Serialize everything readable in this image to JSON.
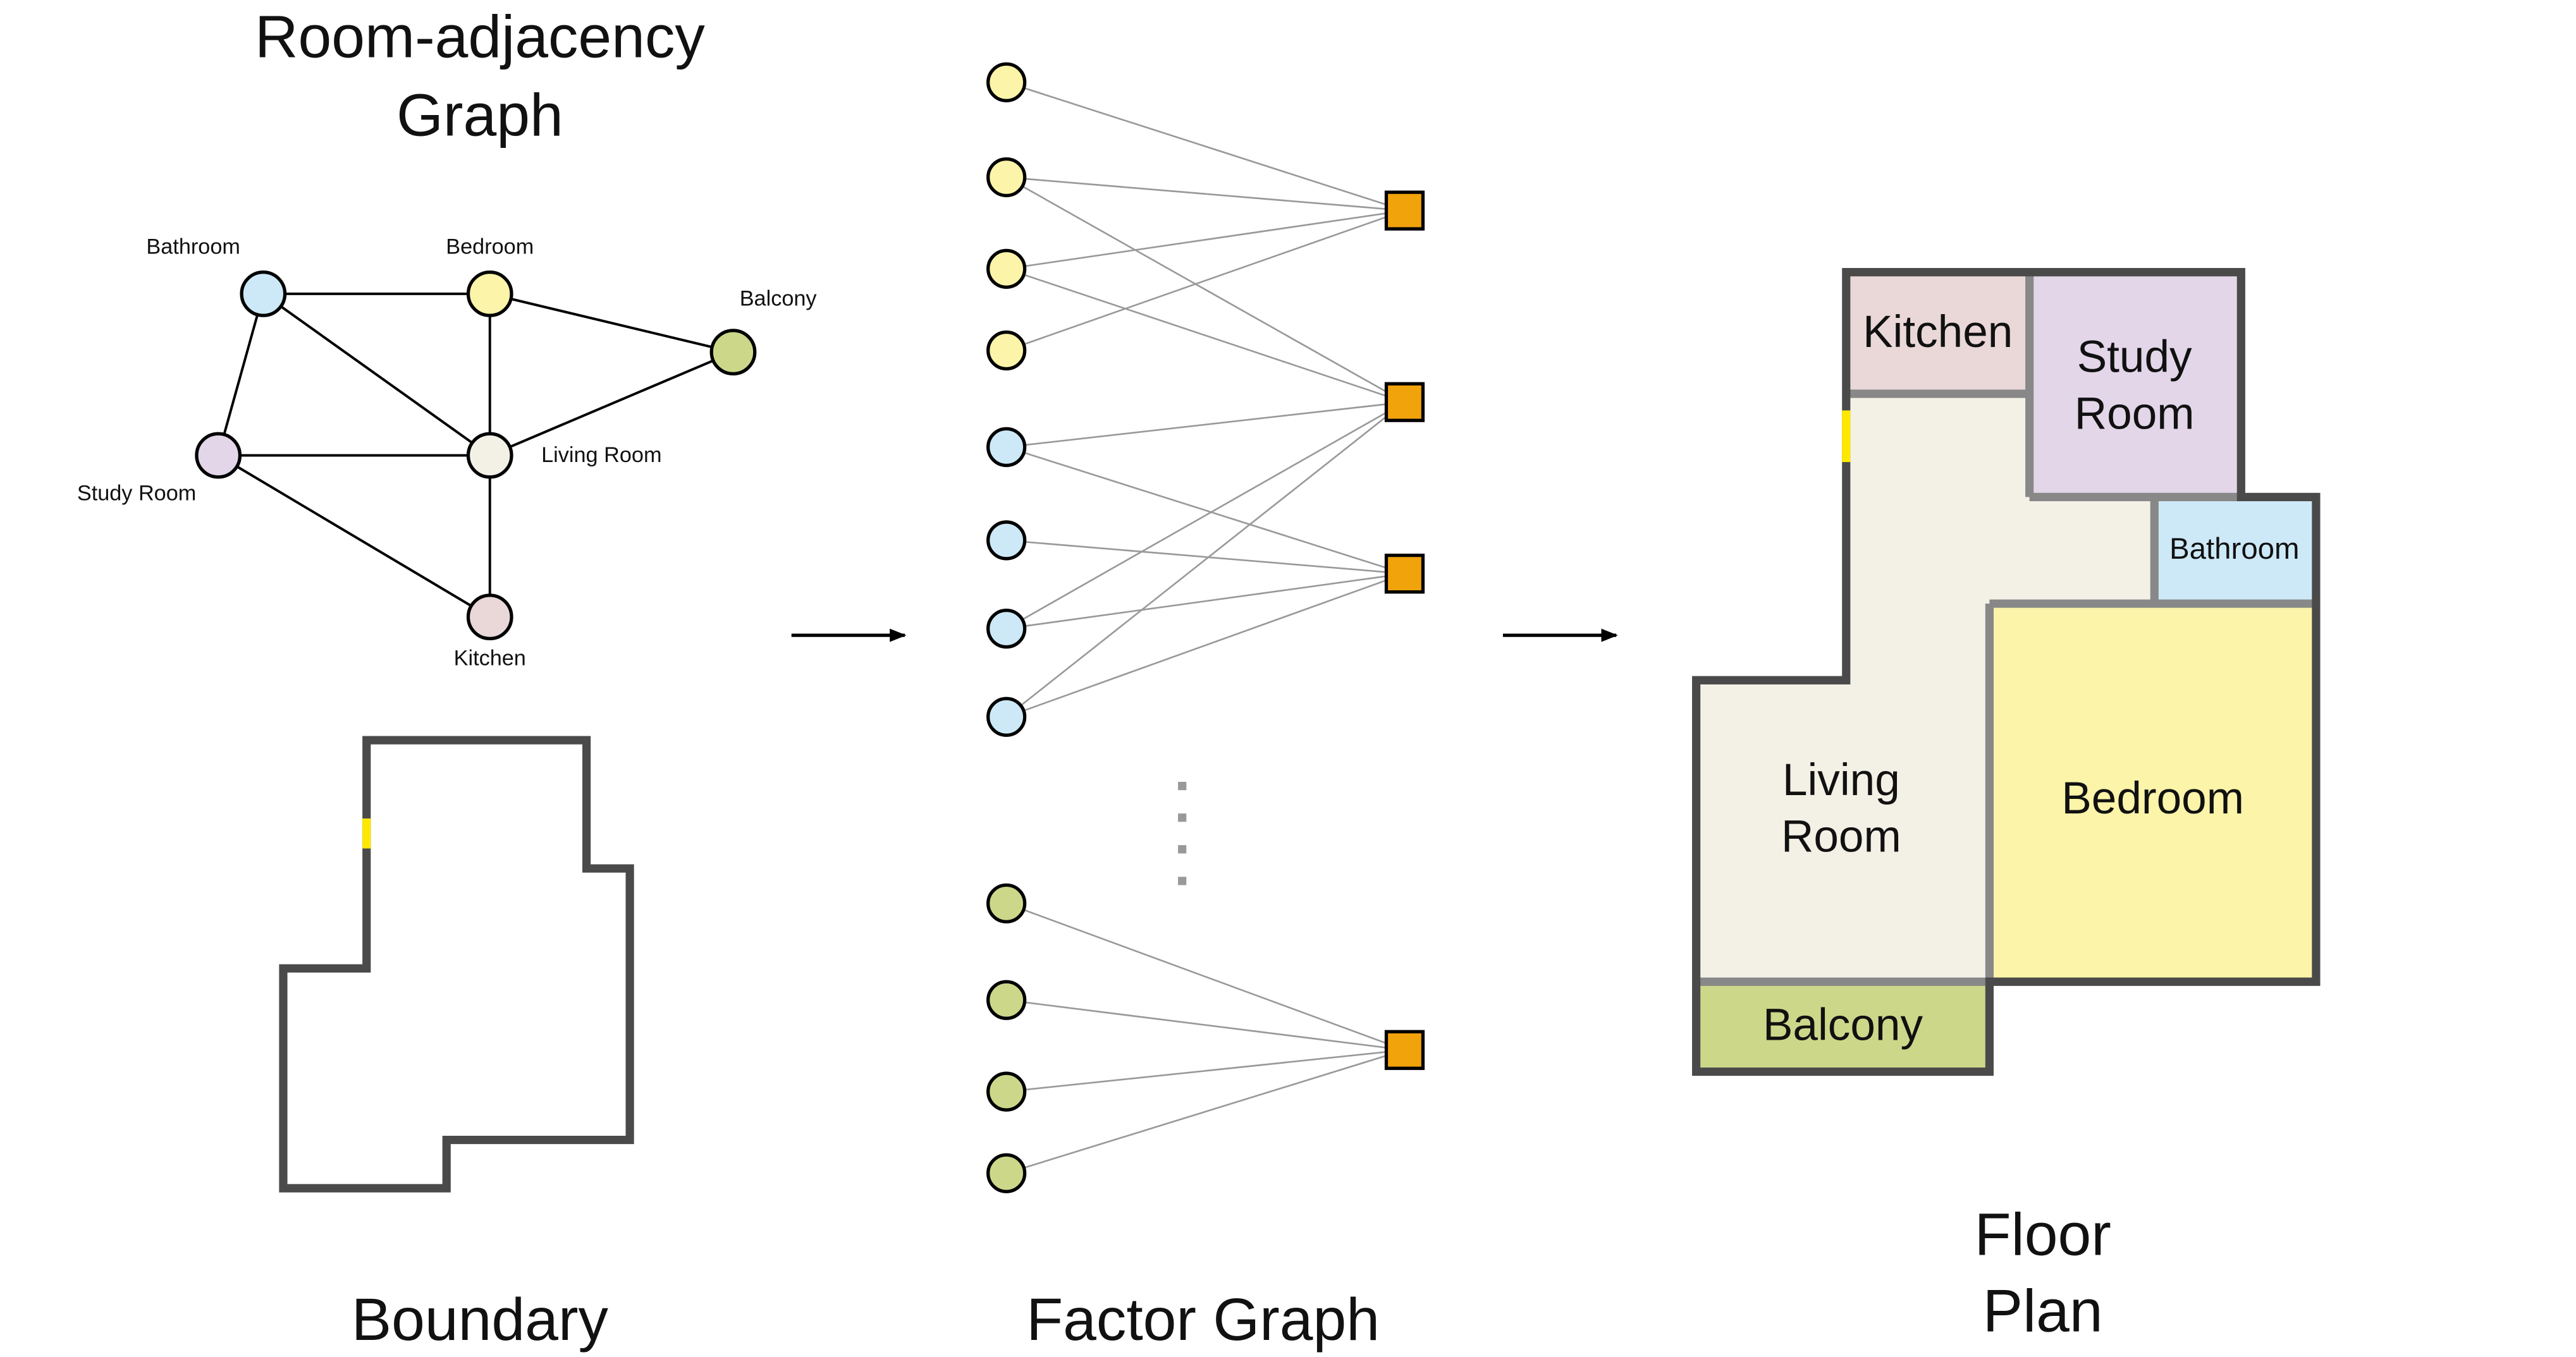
{
  "colors": {
    "bathroom": "#cde9f8",
    "bedroom": "#fbf4a9",
    "balcony": "#cdd78a",
    "study_room": "#e2d6e8",
    "living_room": "#f3f1e6",
    "kitchen": "#ead8d8",
    "factor": "#f0a30a",
    "wall": "#4a4a4a",
    "inner_wall": "#888888",
    "door": "#ffe800",
    "edge": "#000000",
    "factor_edge": "#999999"
  },
  "titles": {
    "graph": [
      "Room-adjacency",
      "Graph"
    ],
    "boundary": "Boundary",
    "factor_graph": "Factor Graph",
    "floor_plan": [
      "Floor",
      "Plan"
    ]
  },
  "adjacency_graph": {
    "nodes": [
      {
        "id": "bathroom",
        "label": "Bathroom",
        "color": "bathroom"
      },
      {
        "id": "bedroom",
        "label": "Bedroom",
        "color": "bedroom"
      },
      {
        "id": "balcony",
        "label": "Balcony",
        "color": "balcony"
      },
      {
        "id": "study",
        "label": "Study Room",
        "color": "study_room"
      },
      {
        "id": "living",
        "label": "Living Room",
        "color": "living_room"
      },
      {
        "id": "kitchen",
        "label": "Kitchen",
        "color": "kitchen"
      }
    ],
    "edges": [
      [
        "bathroom",
        "bedroom"
      ],
      [
        "bathroom",
        "study"
      ],
      [
        "bathroom",
        "living"
      ],
      [
        "bedroom",
        "living"
      ],
      [
        "bedroom",
        "balcony"
      ],
      [
        "balcony",
        "living"
      ],
      [
        "study",
        "living"
      ],
      [
        "study",
        "kitchen"
      ],
      [
        "living",
        "kitchen"
      ]
    ]
  },
  "factor_graph": {
    "variable_groups": [
      {
        "color": "bedroom",
        "count": 4
      },
      {
        "color": "bathroom",
        "count": 4
      },
      {
        "color": "balcony",
        "count": 4
      }
    ],
    "factor_count": 4,
    "edges": [
      [
        0,
        0
      ],
      [
        1,
        0
      ],
      [
        2,
        0
      ],
      [
        3,
        0
      ],
      [
        1,
        1
      ],
      [
        2,
        1
      ],
      [
        4,
        1
      ],
      [
        6,
        1
      ],
      [
        7,
        1
      ],
      [
        4,
        2
      ],
      [
        5,
        2
      ],
      [
        6,
        2
      ],
      [
        7,
        2
      ],
      [
        8,
        3
      ],
      [
        9,
        3
      ],
      [
        10,
        3
      ],
      [
        11,
        3
      ]
    ]
  },
  "floor_plan": {
    "rooms": {
      "kitchen": "Kitchen",
      "study_room": [
        "Study",
        "Room"
      ],
      "bathroom": "Bathroom",
      "living_room": [
        "Living",
        "Room"
      ],
      "bedroom": "Bedroom",
      "balcony": "Balcony"
    }
  }
}
